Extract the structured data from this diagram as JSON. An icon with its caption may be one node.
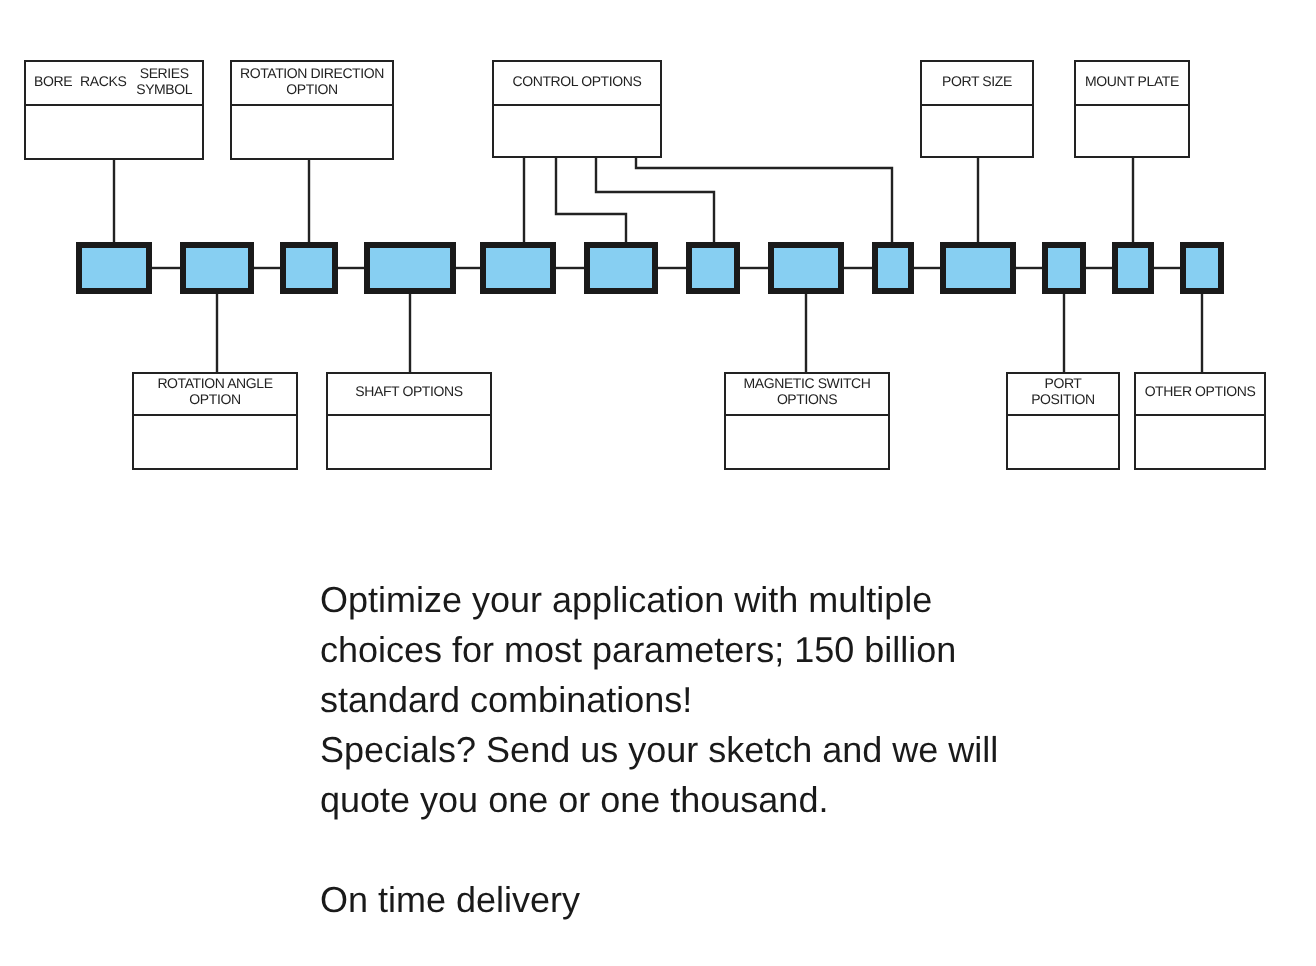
{
  "diagram": {
    "nodes": [
      {
        "text": [
          "BORE",
          "RACKS",
          "SERIES SYMBOL"
        ]
      },
      {
        "text": [
          "ROTATION DIRECTION OPTION"
        ]
      },
      {
        "text": [
          "CONTROL OPTIONS"
        ]
      },
      {
        "text": [
          "PORT SIZE"
        ]
      },
      {
        "text": [
          "MOUNT PLATE"
        ]
      },
      {
        "text": [],
        "shape": "box"
      },
      {
        "text": [],
        "shape": "box"
      },
      {
        "text": [],
        "shape": "box"
      },
      {
        "text": [],
        "shape": "box"
      },
      {
        "text": [],
        "shape": "box"
      },
      {
        "text": [],
        "shape": "box"
      },
      {
        "text": [],
        "shape": "box"
      },
      {
        "text": [],
        "shape": "box"
      },
      {
        "text": [],
        "shape": "box"
      },
      {
        "text": [],
        "shape": "box"
      },
      {
        "text": [],
        "shape": "box"
      },
      {
        "text": [],
        "shape": "box"
      },
      {
        "text": [],
        "shape": "box"
      },
      {
        "text": [
          "ROTATION ANGLE OPTION"
        ]
      },
      {
        "text": [
          "SHAFT OPTIONS"
        ]
      },
      {
        "text": [
          "MAGNETIC SWITCH OPTIONS"
        ]
      },
      {
        "text": [
          "PORT POSITION"
        ]
      },
      {
        "text": [
          "OTHER OPTIONS"
        ]
      }
    ],
    "edges": [
      {
        "from": 0,
        "to": 5,
        "arrow": "none"
      },
      {
        "from": 1,
        "to": 7,
        "arrow": "none"
      },
      {
        "from": 2,
        "to": 9,
        "arrow": "none"
      },
      {
        "from": 2,
        "to": 10,
        "arrow": "none"
      },
      {
        "from": 2,
        "to": 11,
        "arrow": "none"
      },
      {
        "from": 2,
        "to": 13,
        "arrow": "none"
      },
      {
        "from": 3,
        "to": 14,
        "arrow": "none"
      },
      {
        "from": 4,
        "to": 16,
        "arrow": "none"
      },
      {
        "from": 5,
        "to": 6,
        "arrow": "none"
      },
      {
        "from": 6,
        "to": 7,
        "arrow": "none"
      },
      {
        "from": 7,
        "to": 8,
        "arrow": "none"
      },
      {
        "from": 8,
        "to": 9,
        "arrow": "none"
      },
      {
        "from": 9,
        "to": 10,
        "arrow": "none"
      },
      {
        "from": 10,
        "to": 11,
        "arrow": "none"
      },
      {
        "from": 11,
        "to": 12,
        "arrow": "none"
      },
      {
        "from": 12,
        "to": 13,
        "arrow": "none"
      },
      {
        "from": 13,
        "to": 14,
        "arrow": "none"
      },
      {
        "from": 14,
        "to": 15,
        "arrow": "none"
      },
      {
        "from": 15,
        "to": 16,
        "arrow": "none"
      },
      {
        "from": 16,
        "to": 17,
        "arrow": "none"
      },
      {
        "from": 6,
        "to": 18,
        "arrow": "none"
      },
      {
        "from": 8,
        "to": 19,
        "arrow": "none"
      },
      {
        "from": 12,
        "to": 20,
        "arrow": "none"
      },
      {
        "from": 15,
        "to": 21,
        "arrow": "none"
      },
      {
        "from": 17,
        "to": 22,
        "arrow": "none"
      }
    ],
    "labels": [
      "Optimize your application with multiple choices for most parameters; 150 billion standard combinations!",
      "Specials? Send us your sketch and we will quote you one or one thousand.",
      "On time delivery"
    ]
  }
}
